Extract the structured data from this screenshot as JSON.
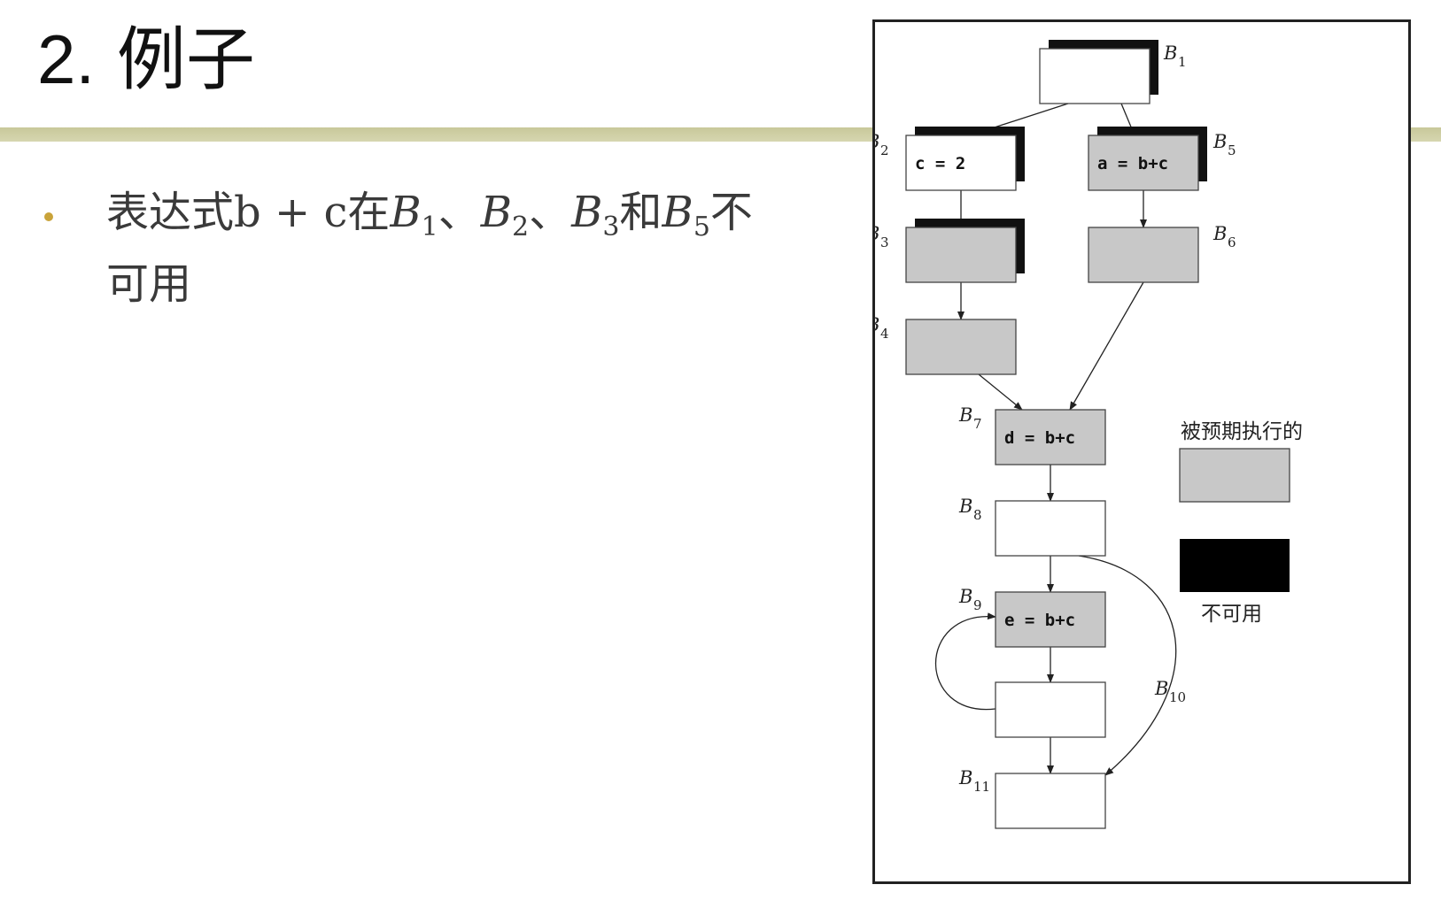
{
  "slide": {
    "title_num": "2.",
    "title_text": "例子",
    "bullet": {
      "part1": "表达式b + c在",
      "b1": "B",
      "b1_sub": "1",
      "sep1": "、",
      "b2": "B",
      "b2_sub": "2",
      "sep2": "、",
      "b3": "B",
      "b3_sub": "3",
      "and": "和",
      "b5": "B",
      "b5_sub": "5",
      "part2": "不可用"
    }
  },
  "diagram": {
    "blocks": [
      {
        "id": "B1",
        "label": "B",
        "sub": "1",
        "code": "",
        "fill": "#ffffff",
        "unavailable": true
      },
      {
        "id": "B2",
        "label": "B",
        "sub": "2",
        "code": "c = 2",
        "fill": "#ffffff",
        "unavailable": true
      },
      {
        "id": "B3",
        "label": "B",
        "sub": "3",
        "code": "",
        "fill": "#c8c8c8",
        "unavailable": true
      },
      {
        "id": "B4",
        "label": "B",
        "sub": "4",
        "code": "",
        "fill": "#c8c8c8",
        "unavailable": false
      },
      {
        "id": "B5",
        "label": "B",
        "sub": "5",
        "code": "a = b+c",
        "fill": "#c8c8c8",
        "unavailable": true
      },
      {
        "id": "B6",
        "label": "B",
        "sub": "6",
        "code": "",
        "fill": "#c8c8c8",
        "unavailable": false
      },
      {
        "id": "B7",
        "label": "B",
        "sub": "7",
        "code": "d = b+c",
        "fill": "#c8c8c8",
        "unavailable": false
      },
      {
        "id": "B8",
        "label": "B",
        "sub": "8",
        "code": "",
        "fill": "#ffffff",
        "unavailable": false
      },
      {
        "id": "B9",
        "label": "B",
        "sub": "9",
        "code": "e = b+c",
        "fill": "#c8c8c8",
        "unavailable": false
      },
      {
        "id": "B10",
        "label": "B",
        "sub": "10",
        "code": "",
        "fill": "#ffffff",
        "unavailable": false
      },
      {
        "id": "B11",
        "label": "B",
        "sub": "11",
        "code": "",
        "fill": "#ffffff",
        "unavailable": false
      }
    ],
    "edges": [
      [
        "B1",
        "B2"
      ],
      [
        "B1",
        "B5"
      ],
      [
        "B2",
        "B3"
      ],
      [
        "B3",
        "B4"
      ],
      [
        "B5",
        "B6"
      ],
      [
        "B4",
        "B7"
      ],
      [
        "B6",
        "B7"
      ],
      [
        "B7",
        "B8"
      ],
      [
        "B8",
        "B9"
      ],
      [
        "B8",
        "B11"
      ],
      [
        "B9",
        "B10"
      ],
      [
        "B10",
        "B9"
      ],
      [
        "B10",
        "B11"
      ]
    ],
    "legend": {
      "anticipated_label": "被预期执行的",
      "anticipated_color": "#c8c8c8",
      "unavailable_label": "不可用",
      "unavailable_color": "#000000"
    }
  }
}
